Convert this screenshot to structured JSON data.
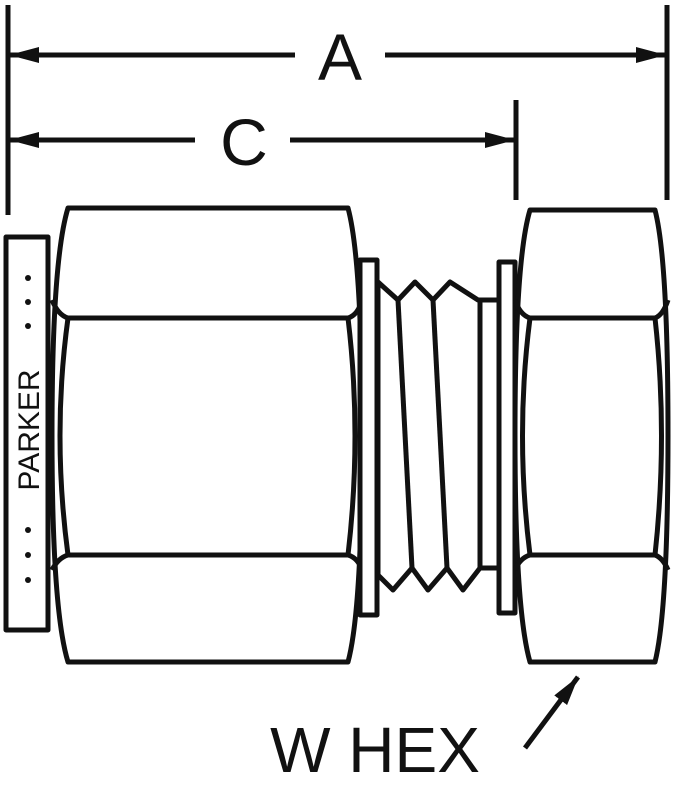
{
  "drawing": {
    "dimension_a": "A",
    "dimension_c": "C",
    "brand_marking": "PARKER",
    "hex_label": "W HEX",
    "line_color": "#111111"
  }
}
